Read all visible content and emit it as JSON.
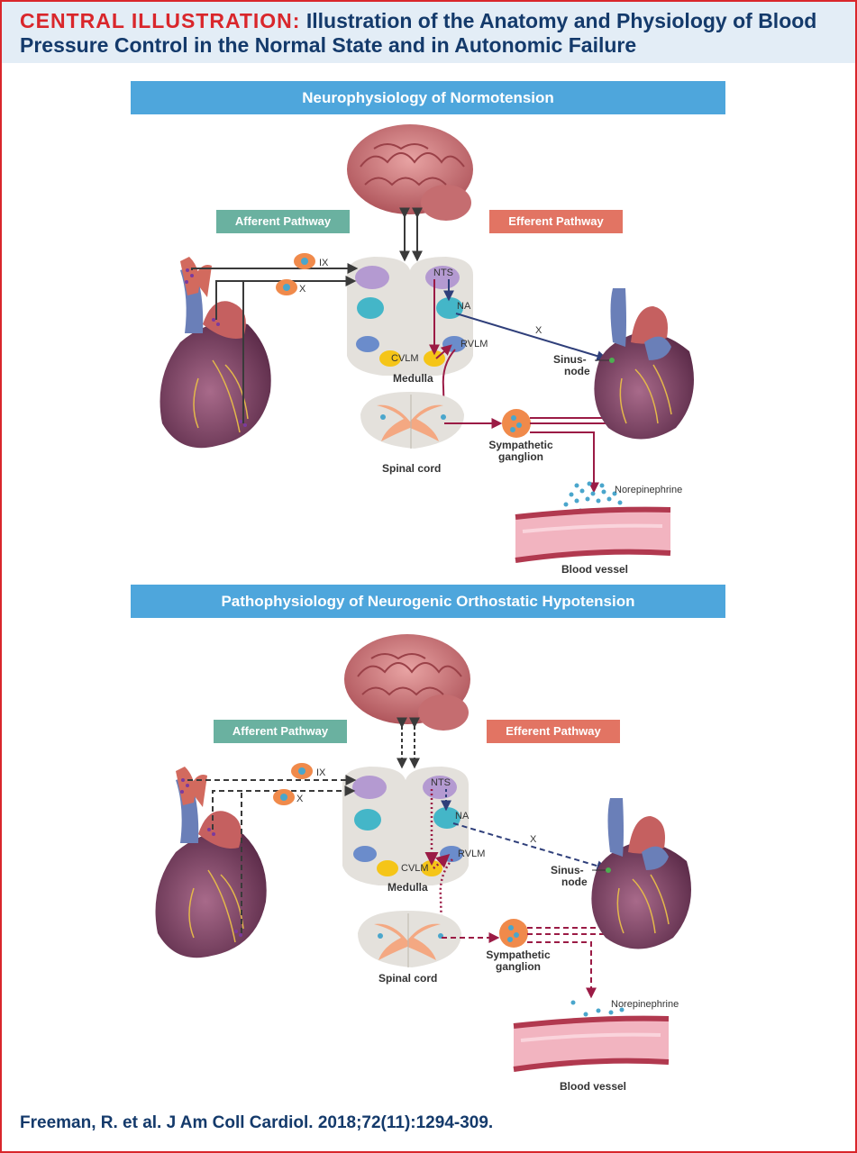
{
  "header": {
    "label": "CENTRAL ILLUSTRATION:",
    "title": "Illustration of the Anatomy and Physiology of Blood Pressure Control in the Normal State and in Autonomic Failure"
  },
  "panels": [
    {
      "banner": "Neurophysiology of Normotension",
      "afferent": "Afferent Pathway",
      "efferent": "Efferent Pathway",
      "labels": {
        "ix": "IX",
        "x_nerve": "X",
        "nts": "NTS",
        "na": "NA",
        "rvlm": "RVLM",
        "cvlm": "CVLM",
        "medulla": "Medulla",
        "spinal_cord": "Spinal cord",
        "ganglion_line1": "Sympathetic",
        "ganglion_line2": "ganglion",
        "sinus_line1": "Sinus-",
        "sinus_line2": "node",
        "vagus": "X",
        "norepinephrine": "Norepinephrine",
        "blood_vessel": "Blood vessel"
      }
    },
    {
      "banner": "Pathophysiology of Neurogenic Orthostatic Hypotension",
      "afferent": "Afferent Pathway",
      "efferent": "Efferent Pathway",
      "labels": {
        "ix": "IX",
        "x_nerve": "X",
        "nts": "NTS",
        "na": "NA",
        "rvlm": "RVLM",
        "cvlm": "CVLM",
        "medulla": "Medulla",
        "spinal_cord": "Spinal cord",
        "ganglion_line1": "Sympathetic",
        "ganglion_line2": "ganglion",
        "sinus_line1": "Sinus-",
        "sinus_line2": "node",
        "vagus": "X",
        "norepinephrine": "Norepinephrine",
        "blood_vessel": "Blood vessel"
      }
    }
  ],
  "colors": {
    "accent_red": "#d9262b",
    "navy": "#143a6b",
    "banner_blue": "#4ea6dc",
    "afferent_green": "#6ab1a0",
    "efferent_coral": "#e27463",
    "sympathetic": "#9b1b45",
    "parasympathetic": "#2f3f7a",
    "afferent_line": "#3a3a3a"
  },
  "citation": "Freeman, R. et al. J Am Coll Cardiol. 2018;72(11):1294-309."
}
